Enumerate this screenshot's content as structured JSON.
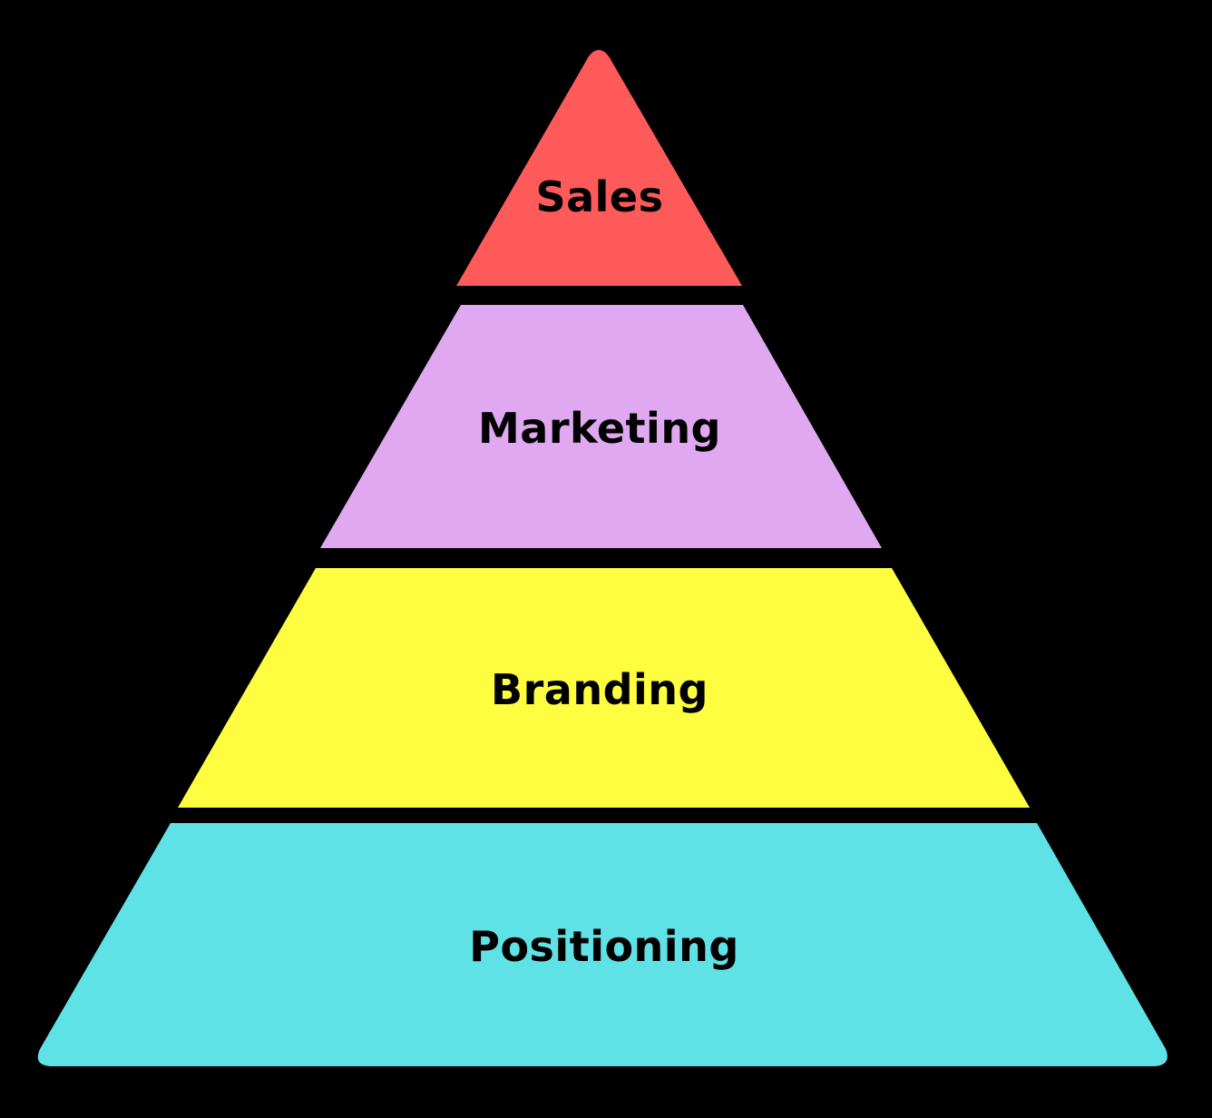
{
  "diagram": {
    "background_color": "#000000",
    "label_color": "#000000",
    "tiers": [
      {
        "label": "Sales",
        "color": "#FF5A5A"
      },
      {
        "label": "Marketing",
        "color": "#E0A8F0"
      },
      {
        "label": "Branding",
        "color": "#FFFD40"
      },
      {
        "label": "Positioning",
        "color": "#5FE2E6"
      }
    ]
  }
}
